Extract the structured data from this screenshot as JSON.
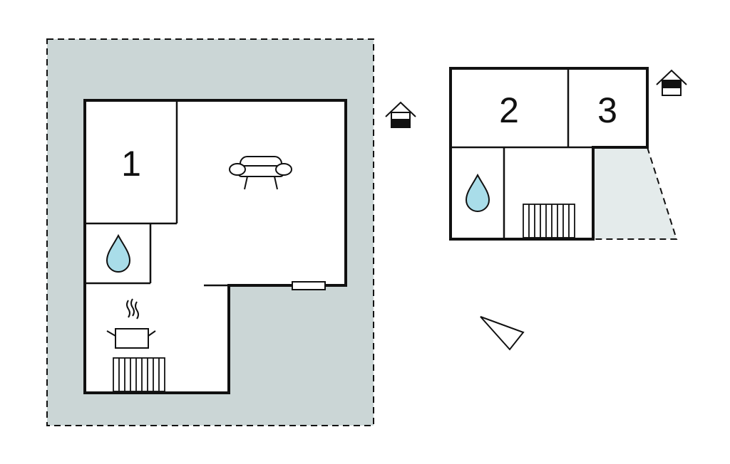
{
  "floors": [
    {
      "rooms": [
        {
          "label": "1",
          "type": "bedroom"
        },
        {
          "type": "living-room",
          "furniture": "sofa-icon"
        },
        {
          "type": "bathroom",
          "icon": "water-drop-icon"
        },
        {
          "type": "kitchen",
          "icons": [
            "cooking-pot-icon",
            "radiator-icon"
          ]
        }
      ],
      "house_icon": "house-icon"
    },
    {
      "rooms": [
        {
          "label": "2",
          "type": "bedroom"
        },
        {
          "label": "3",
          "type": "bedroom"
        },
        {
          "type": "bathroom",
          "icon": "water-drop-icon"
        },
        {
          "type": "hallway",
          "icons": [
            "stairs-icon"
          ]
        }
      ],
      "house_icon": "house-icon"
    }
  ],
  "compass_icon": "north-arrow-icon",
  "colors": {
    "outdoor_area": "#cbd6d6",
    "terrace": "#e4ebeb",
    "wall": "#111111",
    "water": "#a9dde9"
  }
}
